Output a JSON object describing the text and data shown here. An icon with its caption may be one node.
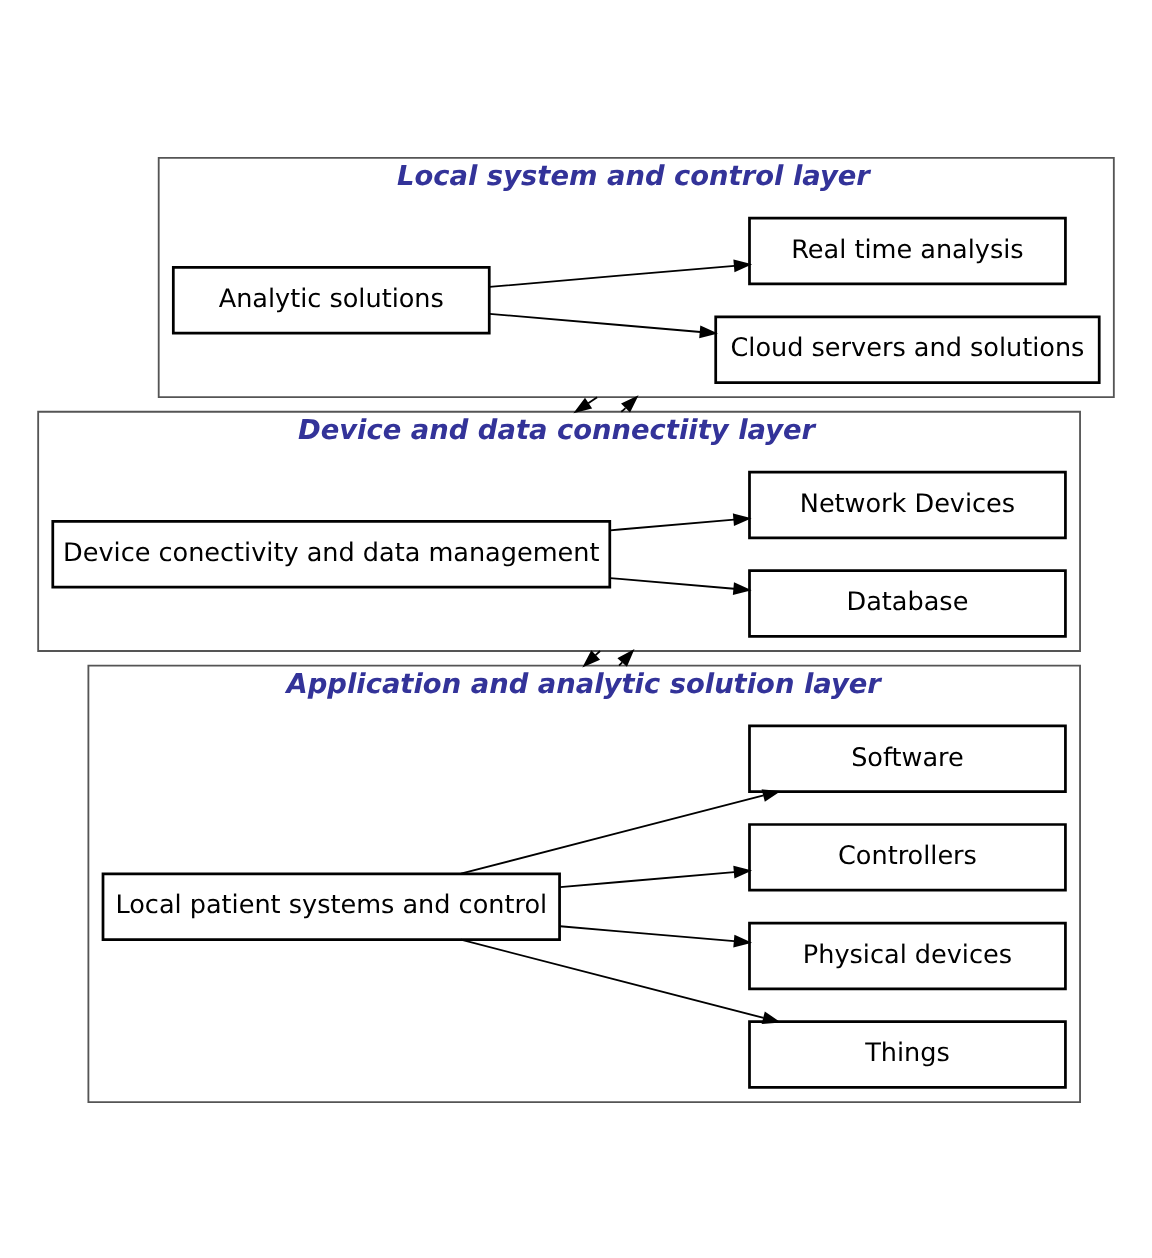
{
  "diagram": {
    "nodes": [
      {
        "text": [
          "Local system and control layer"
        ]
      },
      {
        "text": [
          "Analytic solutions"
        ],
        "in": 0
      },
      {
        "text": [
          "Cloud servers and solutions"
        ],
        "in": 0
      },
      {
        "text": [
          "Real time analysis"
        ],
        "in": 0
      },
      {
        "text": [
          "Device and data connectiity layer"
        ]
      },
      {
        "text": [
          "Device conectivity and data management"
        ],
        "in": 4
      },
      {
        "text": [
          "Database"
        ],
        "in": 4
      },
      {
        "text": [
          "Network Devices"
        ],
        "in": 4
      },
      {
        "text": [
          "Application and analytic solution layer"
        ]
      },
      {
        "text": [
          "Local patient systems and control"
        ],
        "in": 8
      },
      {
        "text": [
          "Things"
        ],
        "in": 8
      },
      {
        "text": [
          "Physical devices"
        ],
        "in": 8
      },
      {
        "text": [
          "Controllers"
        ],
        "in": 8
      },
      {
        "text": [
          "Software"
        ],
        "in": 8
      }
    ],
    "edges": [
      {
        "from": 1,
        "to": 2,
        "arrow": "to"
      },
      {
        "from": 1,
        "to": 3,
        "arrow": "to"
      },
      {
        "from": 0,
        "to": 4,
        "arrow": "to"
      },
      {
        "from": 4,
        "to": 0,
        "arrow": "to"
      },
      {
        "from": 5,
        "to": 6,
        "arrow": "to"
      },
      {
        "from": 5,
        "to": 7,
        "arrow": "to"
      },
      {
        "from": 4,
        "to": 8,
        "arrow": "to"
      },
      {
        "from": 8,
        "to": 4,
        "arrow": "to"
      },
      {
        "from": 9,
        "to": 10,
        "arrow": "to"
      },
      {
        "from": 9,
        "to": 11,
        "arrow": "to"
      },
      {
        "from": 9,
        "to": 12,
        "arrow": "to"
      },
      {
        "from": 9,
        "to": 13,
        "arrow": "to"
      }
    ]
  }
}
